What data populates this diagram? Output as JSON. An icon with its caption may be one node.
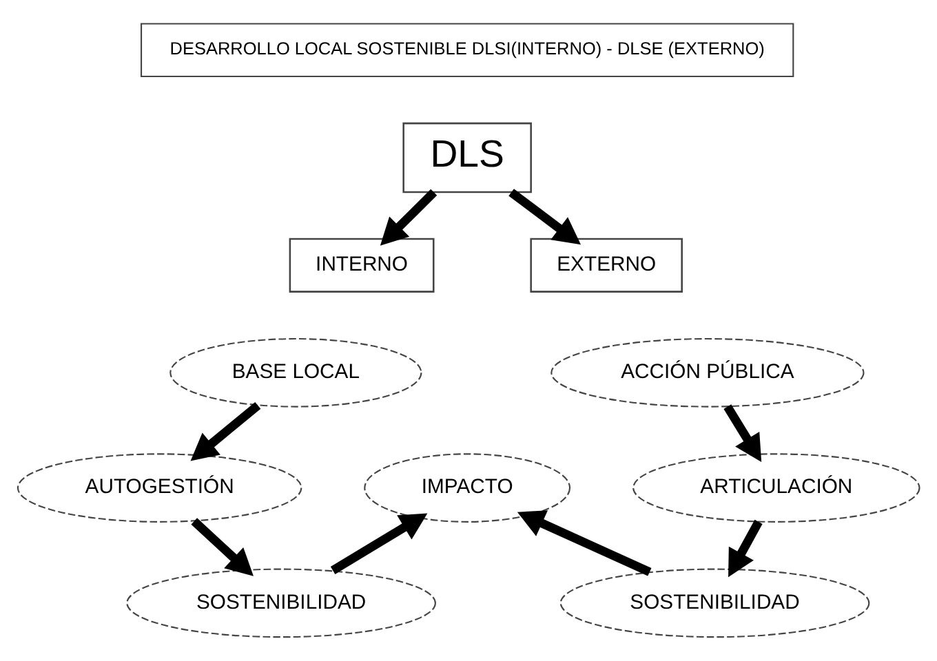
{
  "diagram": {
    "nodes": [
      {
        "text": [
          "DESARROLLO LOCAL SOSTENIBLE DLSI(INTERNO) - DLSE (EXTERNO)"
        ]
      },
      {
        "text": [
          "DLS"
        ]
      },
      {
        "text": [
          "INTERNO"
        ]
      },
      {
        "text": [
          "EXTERNO"
        ]
      },
      {
        "text": [
          "BASE LOCAL"
        ]
      },
      {
        "text": [
          "ACCIÓN PÚBLICA"
        ]
      },
      {
        "text": [
          "AUTOGESTIÓN"
        ]
      },
      {
        "text": [
          "ARTICULACIÓN"
        ]
      },
      {
        "text": [
          "IMPACTO"
        ]
      },
      {
        "text": [
          "SOSTENIBILIDAD"
        ]
      },
      {
        "text": [
          "SOSTENIBILIDAD"
        ]
      }
    ],
    "edges": [
      {
        "from": 1,
        "to": 2,
        "arrow": "to"
      },
      {
        "from": 1,
        "to": 3,
        "arrow": "to"
      },
      {
        "from": 4,
        "to": 6,
        "arrow": "to"
      },
      {
        "from": 6,
        "to": 9,
        "arrow": "to"
      },
      {
        "from": 9,
        "to": 8,
        "arrow": "to"
      },
      {
        "from": 5,
        "to": 7,
        "arrow": "to"
      },
      {
        "from": 7,
        "to": 10,
        "arrow": "to"
      },
      {
        "from": 10,
        "to": 8,
        "arrow": "to"
      }
    ]
  }
}
